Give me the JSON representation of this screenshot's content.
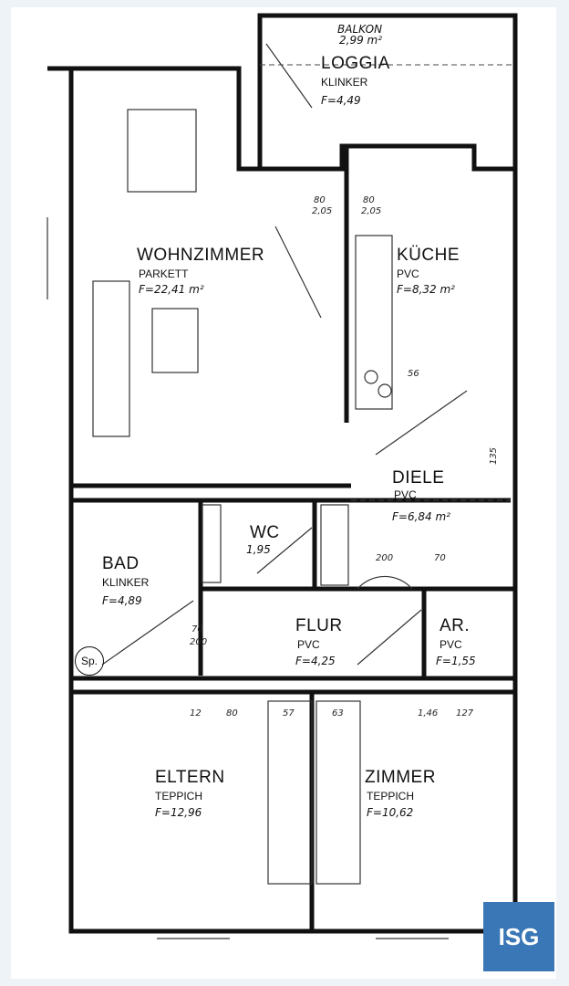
{
  "rooms": {
    "loggia": {
      "balkon": "BALKON",
      "balkon_area": "2,99 m²",
      "name": "LOGGIA",
      "floor": "KLINKER",
      "area": "F=4,49"
    },
    "wohnzimmer": {
      "name": "WOHNZIMMER",
      "floor": "PARKETT",
      "area": "F=22,41 m²"
    },
    "kueche": {
      "name": "KÜCHE",
      "floor": "PVC",
      "area": "F=8,32 m²"
    },
    "diele": {
      "name": "DIELE",
      "floor": "PVC",
      "area": "F=6,84 m²"
    },
    "wc": {
      "name": "WC",
      "area": "1,95"
    },
    "bad": {
      "name": "BAD",
      "floor": "KLINKER",
      "area": "F=4,89",
      "fixture": "Sp."
    },
    "flur": {
      "name": "FLUR",
      "floor": "PVC",
      "area": "F=4,25"
    },
    "ar": {
      "name": "AR.",
      "floor": "PVC",
      "area": "F=1,55"
    },
    "eltern": {
      "name": "ELTERN",
      "floor": "TEPPICH",
      "area": "F=12,96"
    },
    "zimmer": {
      "name": "ZIMMER",
      "floor": "TEPPICH",
      "area": "F=10,62"
    }
  },
  "dimensions": [
    "80",
    "2,05",
    "80",
    "2,05",
    "56",
    "135",
    "200",
    "70",
    "127",
    "12",
    "80",
    "57",
    "63",
    "1,46",
    "200",
    "70"
  ],
  "logo": {
    "text": "ISG",
    "color": "#3a77b6"
  }
}
